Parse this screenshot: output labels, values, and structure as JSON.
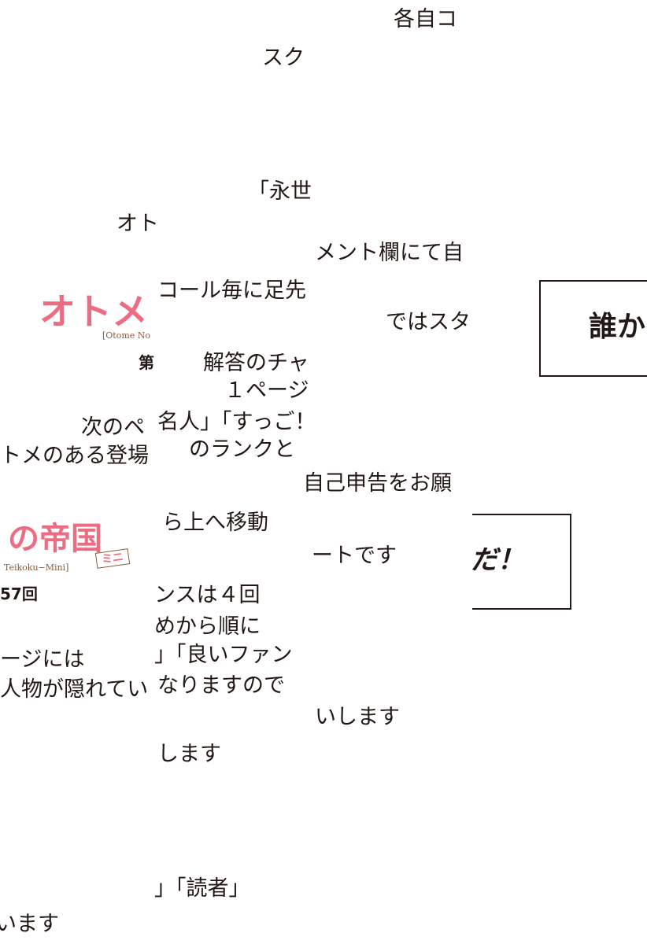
{
  "fragments": {
    "f01": "各自コ",
    "f02": "スク",
    "f03": "「永世",
    "f04": "オト",
    "f05": "メント欄にて自",
    "f06": "コール毎に足先",
    "f07": "ではスタ",
    "f08": "第",
    "f09": "解答のチャ",
    "f10": "１ページ",
    "f11": "次のペ",
    "f12": "名人」「すっご！",
    "f13": "トメのある登場",
    "f14": "のランクと",
    "f15": "自己申告をお願",
    "f16": "ら上へ移動",
    "f17": "ートです",
    "f18": "57回",
    "f19": "ンスは４回",
    "f20": "めから順に",
    "f21": "」「良いファン",
    "f22": "ージには",
    "f23": "人物が隠れてい",
    "f24": "なりますので",
    "f25": "いします",
    "f26": "します",
    "f27": "」「読者」",
    "f28": "います"
  },
  "logo": {
    "top": "オトメ",
    "top_sub": "[Otome No",
    "bottom": "の帝国",
    "bottom_sub": "Teikoku−Mini]",
    "badge": "ミニ"
  },
  "callout": {
    "left": "誰か",
    "right": "だ！"
  },
  "colors": {
    "logo": "#ec6d82",
    "text": "#231815"
  }
}
